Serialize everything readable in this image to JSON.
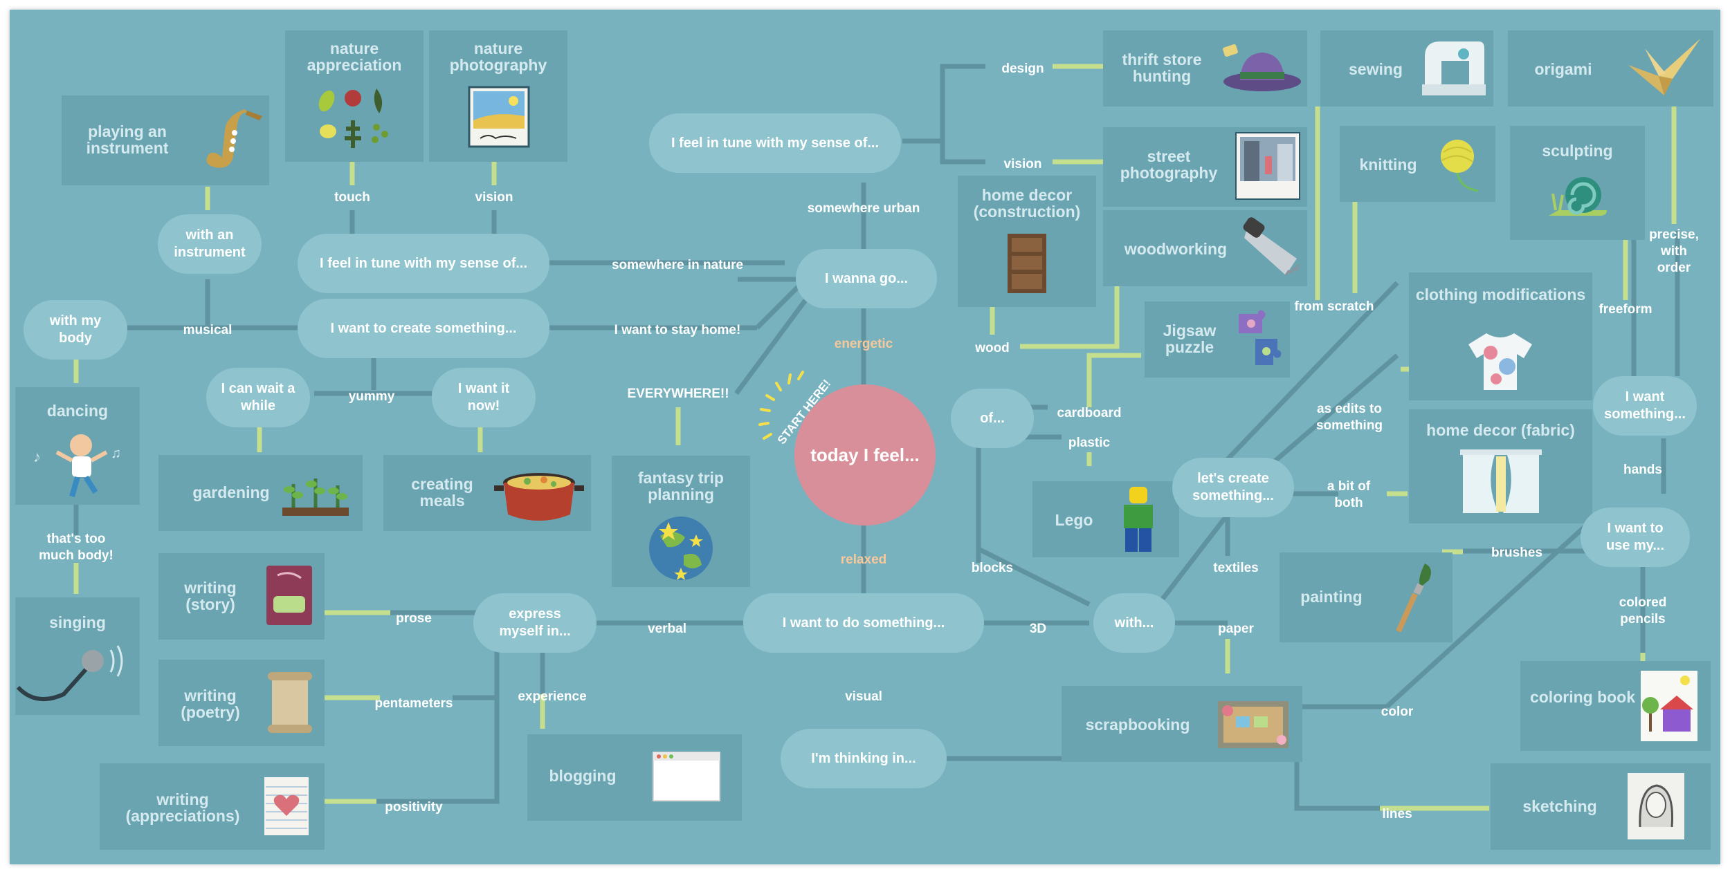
{
  "center": {
    "label": "today I feel...",
    "start_badge": "START HERE!"
  },
  "pills": {
    "tune_top": "I feel in tune with my sense of...",
    "wanna_go": "I wanna go...",
    "tune_nature": "I feel in tune with my sense of...",
    "create_home": "I want to create something...",
    "with_instrument": "with an instrument",
    "with_body": "with my body",
    "wait": "I can wait a while",
    "want_now": "I want it now!",
    "express": "express myself in...",
    "do_something": "I want to do something...",
    "thinking": "I'm thinking in...",
    "of": "of...",
    "with": "with...",
    "lets_create": "let's create something...",
    "want_something": "I want something...",
    "use_my": "I want to use my..."
  },
  "cards": {
    "playing_instrument": "playing an instrument",
    "nature_appreciation": "nature appreciation",
    "nature_photography": "nature photography",
    "dancing": "dancing",
    "singing": "singing",
    "gardening": "gardening",
    "creating_meals": "creating meals",
    "fantasy_trip": "fantasy trip planning",
    "writing_story": "writing (story)",
    "writing_poetry": "writing (poetry)",
    "writing_appreciations": "writing (appreciations)",
    "blogging": "blogging",
    "home_decor_construction": "home decor (construction)",
    "thrift_store": "thrift store hunting",
    "street_photography": "street photography",
    "woodworking": "woodworking",
    "jigsaw": "Jigsaw puzzle",
    "lego": "Lego",
    "scrapbooking": "scrapbooking",
    "sewing": "sewing",
    "origami": "origami",
    "knitting": "knitting",
    "sculpting": "sculpting",
    "clothing_mods": "clothing modifications",
    "home_decor_fabric": "home decor (fabric)",
    "painting": "painting",
    "coloring_book": "coloring book",
    "sketching": "sketching"
  },
  "labels": {
    "touch": "touch",
    "vision_nature": "vision",
    "somewhere_urban": "somewhere urban",
    "somewhere_nature": "somewhere in nature",
    "stay_home": "I want to stay home!",
    "everywhere": "EVERYWHERE!!",
    "energetic": "energetic",
    "relaxed": "relaxed",
    "musical": "musical",
    "yummy": "yummy",
    "too_much_body": "that's too much body!",
    "prose": "prose",
    "pentameters": "pentameters",
    "positivity": "positivity",
    "experience": "experience",
    "verbal": "verbal",
    "visual": "visual",
    "three_d": "3D",
    "design": "design",
    "vision_urban": "vision",
    "wood": "wood",
    "cardboard": "cardboard",
    "plastic": "plastic",
    "blocks": "blocks",
    "textiles": "textiles",
    "paper": "paper",
    "from_scratch": "from scratch",
    "as_edits": "as edits to something",
    "bit_of_both": "a bit of both",
    "freeform": "freeform",
    "precise": "precise, with order",
    "hands": "hands",
    "brushes": "brushes",
    "colored_pencils": "colored pencils",
    "color": "color",
    "lines": "lines"
  },
  "colors": {
    "background": "#78b2bf",
    "card": "#6aa4b1",
    "pill": "#8fc4ce",
    "connector": "#5f93a0",
    "accent_line": "#c6df8e",
    "center": "#d98f9a",
    "warm_label": "#f6c89a"
  },
  "icons": [
    "saxophone-icon",
    "leaves-icon",
    "landscape-photo-icon",
    "dancer-icon",
    "microphone-icon",
    "seedlings-icon",
    "pot-icon",
    "globe-icon",
    "book-icon",
    "scroll-icon",
    "notepad-heart-icon",
    "browser-window-icon",
    "bookshelf-icon",
    "fedora-hat-icon",
    "polaroid-icon",
    "saw-icon",
    "puzzle-pieces-icon",
    "lego-figure-icon",
    "scrapbook-icon",
    "sewing-machine-icon",
    "paper-crane-icon",
    "yarn-icon",
    "snail-icon",
    "tshirt-icon",
    "curtains-icon",
    "paintbrush-icon",
    "coloring-page-icon",
    "portrait-sketch-icon"
  ]
}
